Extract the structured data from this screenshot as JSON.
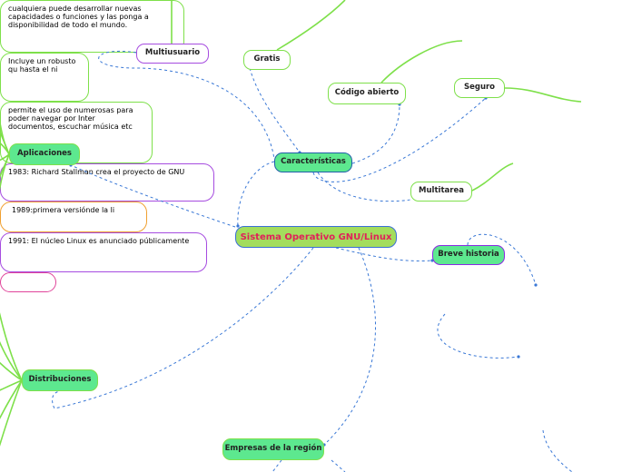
{
  "root": {
    "label": "Sistema Operativo GNU/Linux"
  },
  "nodes": {
    "multiusuario": "Multiusuario",
    "gratis": "Gratis",
    "codigo_abierto": "Código abierto",
    "seguro": "Seguro",
    "caracteristicas": "Características",
    "multitarea": "Multitarea",
    "aplicaciones": "Aplicaciones",
    "breve_historia": "Breve historia",
    "distribuciones": "Distribuciones",
    "empresas": "Empresas de la región"
  },
  "notes": {
    "codigo_abierto_desc": "cualquiera puede desarrollar nuevas capacidades o funciones y las ponga a disponibilidad de todo el mundo.",
    "seguro_desc": "Incluye un robusto qu hasta el ni",
    "multitarea_desc": "permite el uso de numerosas para poder navegar por Inter documentos, escuchar música etc",
    "h1983": "1983: Richard Stallman crea el proyecto de GNU",
    "h1989": "1989:primera versiónde la li",
    "h1991": "1991: El núcleo Linux es anunciado públicamente"
  },
  "colors": {
    "root_fill": "#a3dd5d",
    "root_text": "#e0205a",
    "node_fill": "#5de88f",
    "branch_line": "#7ee04a",
    "link_line": "#3a78d6"
  }
}
